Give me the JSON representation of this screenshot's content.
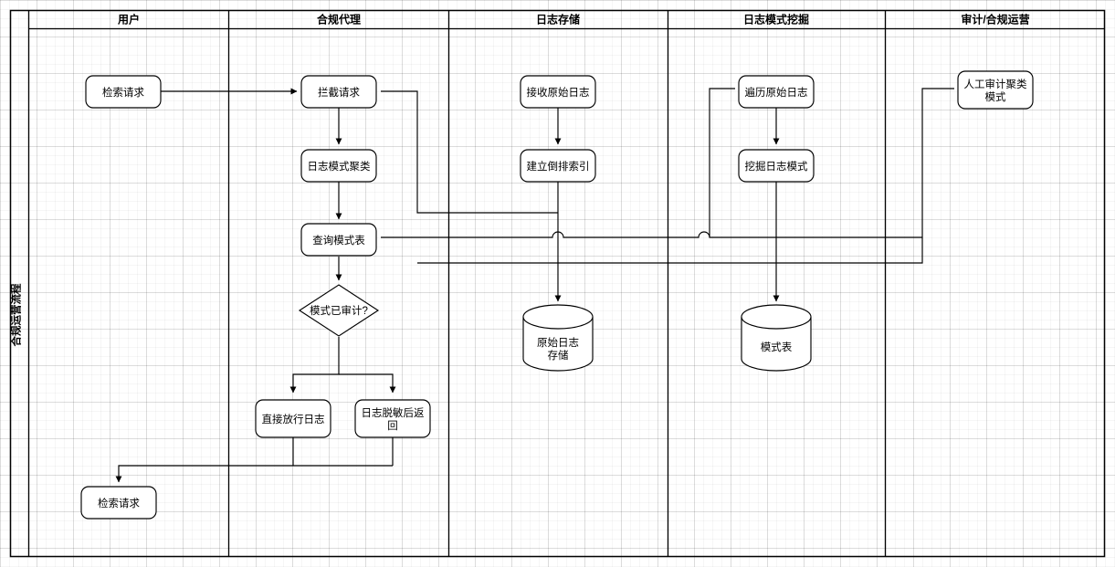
{
  "pool": {
    "label": "合规运营流程",
    "lanes": [
      {
        "id": "user",
        "title": "用户"
      },
      {
        "id": "agent",
        "title": "合规代理"
      },
      {
        "id": "storage",
        "title": "日志存储"
      },
      {
        "id": "mining",
        "title": "日志模式挖掘"
      },
      {
        "id": "audit",
        "title": "审计/合规运营"
      }
    ]
  },
  "nodes": [
    {
      "id": "n-request-in",
      "type": "process",
      "lane": "user",
      "label": "检索请求"
    },
    {
      "id": "n-intercept",
      "type": "process",
      "lane": "agent",
      "label": "拦截请求"
    },
    {
      "id": "n-cluster",
      "type": "process",
      "lane": "agent",
      "label": "日志模式聚类"
    },
    {
      "id": "n-query-table",
      "type": "process",
      "lane": "agent",
      "label": "查询模式表"
    },
    {
      "id": "n-audited",
      "type": "decision",
      "lane": "agent",
      "label": "模式已审计?"
    },
    {
      "id": "n-passthrough",
      "type": "process",
      "lane": "agent",
      "label": "直接放行日志"
    },
    {
      "id": "n-masked",
      "type": "process",
      "lane": "agent",
      "label": "日志脱敏后返回",
      "lines": [
        "日志脱敏后返",
        "回"
      ]
    },
    {
      "id": "n-request-out",
      "type": "process",
      "lane": "user",
      "label": "检索请求"
    },
    {
      "id": "n-receive-raw",
      "type": "process",
      "lane": "storage",
      "label": "接收原始日志"
    },
    {
      "id": "n-build-index",
      "type": "process",
      "lane": "storage",
      "label": "建立倒排索引"
    },
    {
      "id": "n-raw-store",
      "type": "database",
      "lane": "storage",
      "label": "原始日志存储",
      "lines": [
        "原始日志",
        "存储"
      ]
    },
    {
      "id": "n-traverse",
      "type": "process",
      "lane": "mining",
      "label": "遍历原始日志"
    },
    {
      "id": "n-mine",
      "type": "process",
      "lane": "mining",
      "label": "挖掘日志模式"
    },
    {
      "id": "n-pattern-db",
      "type": "database",
      "lane": "mining",
      "label": "模式表",
      "lines": [
        "模式表"
      ]
    },
    {
      "id": "n-manual-audit",
      "type": "process",
      "lane": "audit",
      "label": "人工审计聚类模式",
      "lines": [
        "人工审计聚类",
        "模式"
      ]
    }
  ],
  "edges": [
    {
      "id": "e-request-to-intercept",
      "from": "n-request-in",
      "to": "n-intercept"
    },
    {
      "id": "e-intercept-to-cluster",
      "from": "n-intercept",
      "to": "n-cluster"
    },
    {
      "id": "e-cluster-to-query",
      "from": "n-cluster",
      "to": "n-query-table"
    },
    {
      "id": "e-intercept-to-rawdb",
      "from": "n-intercept",
      "to": "n-raw-store"
    },
    {
      "id": "e-query-to-audited",
      "from": "n-query-table",
      "to": "n-audited"
    },
    {
      "id": "e-audited-to-pass",
      "from": "n-audited",
      "to": "n-passthrough"
    },
    {
      "id": "e-audited-to-masked",
      "from": "n-audited",
      "to": "n-masked"
    },
    {
      "id": "e-pass-to-out",
      "from": "n-passthrough",
      "to": "n-request-out"
    },
    {
      "id": "e-masked-to-out",
      "from": "n-masked",
      "to": "n-request-out"
    },
    {
      "id": "e-receive-to-index",
      "from": "n-receive-raw",
      "to": "n-build-index"
    },
    {
      "id": "e-index-to-rawdb",
      "from": "n-build-index",
      "to": "n-raw-store"
    },
    {
      "id": "e-traverse-to-mine",
      "from": "n-traverse",
      "to": "n-mine"
    },
    {
      "id": "e-mine-to-patterndb",
      "from": "n-mine",
      "to": "n-pattern-db"
    },
    {
      "id": "e-query-to-traverse",
      "from": "n-query-table",
      "to": "n-traverse"
    },
    {
      "id": "e-query-to-patterndb",
      "from": "n-query-table",
      "to": "n-pattern-db"
    },
    {
      "id": "e-audit-to-query",
      "from": "n-manual-audit",
      "to": "n-query-table"
    }
  ],
  "colors": {
    "stroke": "#000000",
    "fill": "#ffffff",
    "grid_major": "#e0e0e0",
    "grid_minor": "#f2f2f2",
    "background": "#ffffff"
  }
}
